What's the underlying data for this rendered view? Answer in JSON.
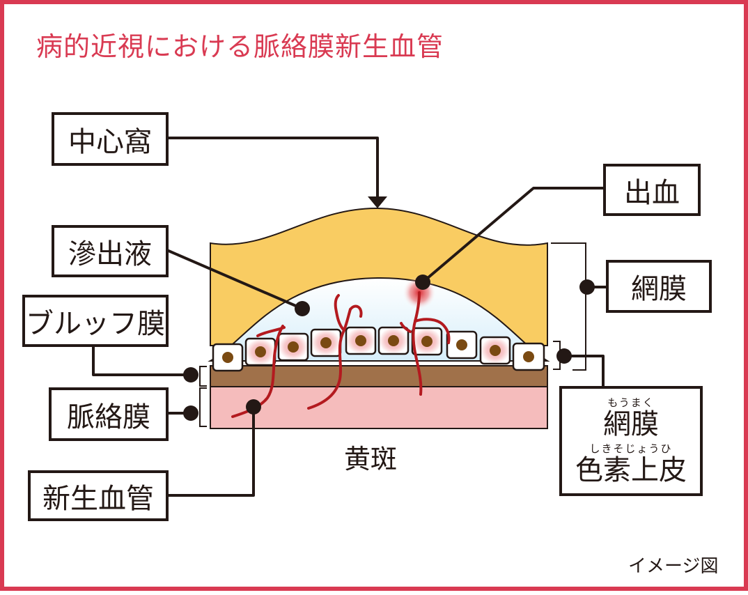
{
  "title": "病的近視における脈絡膜新生血管",
  "labels": {
    "fovea": "中心窩",
    "exudate": "滲出液",
    "bruch": "ブルッフ膜",
    "choroid": "脈絡膜",
    "cnv": "新生血管",
    "hemorrhage": "出血",
    "retina": "網膜",
    "rpe": {
      "line1_ruby": "もうまく",
      "line1": "網膜",
      "line2_ruby": "しきそじょうひ",
      "line2": "色素上皮"
    }
  },
  "macula": "黄斑",
  "note": "イメージ図",
  "colors": {
    "frame": "#d93a52",
    "title": "#d93a52",
    "retina": "#f9cc62",
    "exudate": "#e2f3fb",
    "bruch": "#a0714a",
    "choroid": "#f5bcbc",
    "vessel": "#b31a1f",
    "nucleus": "#7a4a12",
    "line": "#231815"
  }
}
